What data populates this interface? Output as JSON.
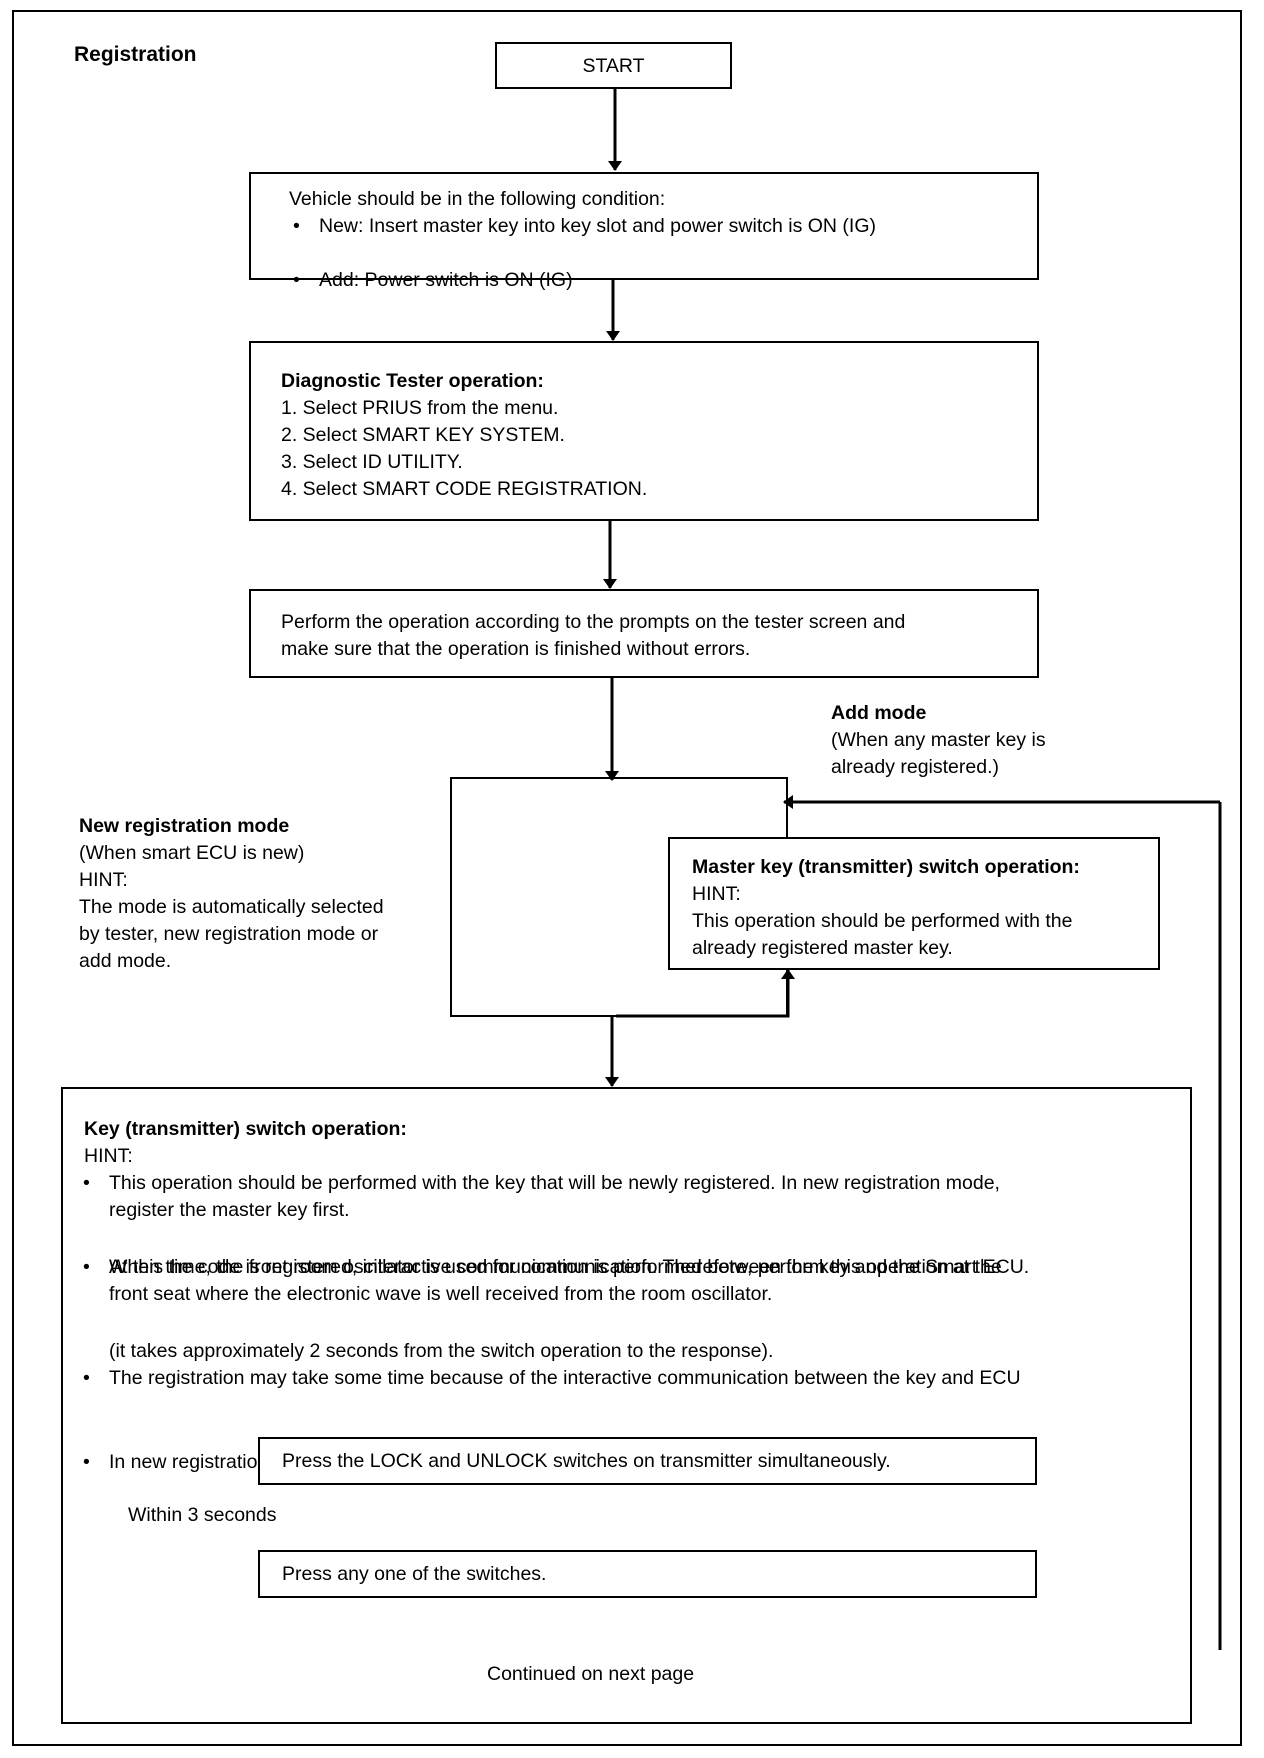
{
  "title": "Registration",
  "start": "START",
  "condition": {
    "heading": "Vehicle should be in the following condition:",
    "items": [
      "New:  Insert master key into key slot and power switch is ON (IG)",
      "Add:  Power switch is ON (IG)"
    ]
  },
  "tester": {
    "heading": "Diagnostic Tester operation:",
    "steps": [
      "1.  Select PRIUS from the menu.",
      "2.  Select SMART KEY SYSTEM.",
      "3.  Select ID UTILITY.",
      "4.  Select SMART CODE REGISTRATION."
    ]
  },
  "perform": {
    "line1": "Perform the operation according to the prompts on the tester screen and",
    "line2": "make sure that the operation is finished without errors."
  },
  "add_mode": {
    "heading": "Add mode",
    "line1": "(When any master key is",
    "line2": "already registered.)"
  },
  "new_mode": {
    "heading": "New registration mode",
    "line1": "(When smart ECU is new)",
    "hint": "HINT:",
    "line2": "The mode is automatically selected",
    "line3": "by tester, new registration mode or",
    "line4": "add mode."
  },
  "master_key": {
    "heading": "Master key (transmitter) switch operation:",
    "hint": "HINT:",
    "line1": "This operation should be performed with the",
    "line2": "already registered master key."
  },
  "key_op": {
    "heading": "Key (transmitter) switch operation:",
    "hint": "HINT:",
    "bullets": [
      [
        "This operation should be performed with the key that will be newly registered.  In new registration mode,",
        "register the master key first."
      ],
      [
        "When the code is registered, interactive communication is performed between the key and the Smart ECU.",
        "At this time, the front room oscillator is used for communication.  Therefore, perform this operation at the",
        "front seat where the electronic wave is well received from the room oscillator."
      ],
      [
        "The registration may take some time because of the interactive communication between the key and ECU",
        "(it takes approximately 2 seconds from the switch operation to the response)."
      ],
      [
        "In new registration mode, change power switch to OFF and then pull master key from key slot."
      ]
    ]
  },
  "press1": "Press the LOCK and UNLOCK switches on transmitter simultaneously.",
  "press2": "Press any one of the switches.",
  "within": "Within 3 seconds",
  "continued": "Continued on next page"
}
